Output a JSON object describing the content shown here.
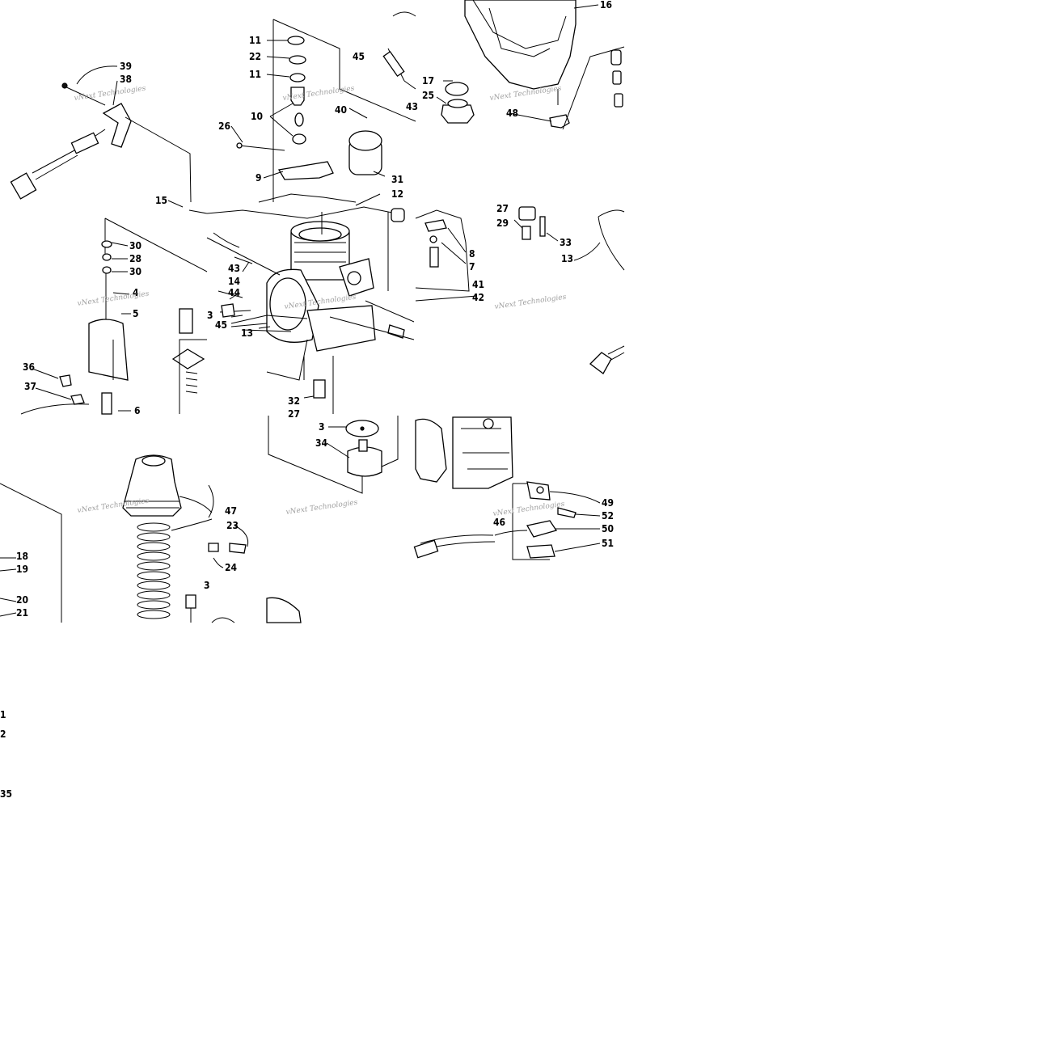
{
  "watermark": "vNext Technologies",
  "callouts": [
    "1",
    "2",
    "3",
    "4",
    "5",
    "6",
    "7",
    "8",
    "9",
    "10",
    "11",
    "12",
    "13",
    "14",
    "15",
    "16",
    "17",
    "18",
    "19",
    "20",
    "21",
    "22",
    "23",
    "24",
    "25",
    "26",
    "27",
    "28",
    "29",
    "30",
    "31",
    "32",
    "33",
    "34",
    "35",
    "36",
    "37",
    "38",
    "39",
    "40",
    "41",
    "42",
    "43",
    "44",
    "45",
    "46",
    "47",
    "48",
    "49",
    "50",
    "51",
    "52"
  ]
}
